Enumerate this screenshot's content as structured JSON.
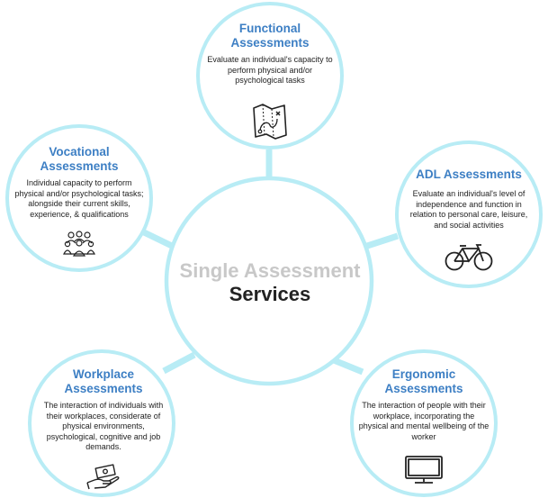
{
  "center": {
    "line1": "Single Assessment",
    "line2": "Services",
    "line1_color": "#c8c8c8",
    "line2_color": "#222222"
  },
  "colors": {
    "circle_stroke": "#b8ecf5",
    "title": "#3d7fc4",
    "text": "#222222"
  },
  "nodes": {
    "functional": {
      "title_l1": "Functional",
      "title_l2": "Assessments",
      "desc_l1": "Evaluate an individual's capacity to",
      "desc_l2": "perform physical and/or",
      "desc_l3": "psychological tasks",
      "icon": "map-icon"
    },
    "vocational": {
      "title_l1": "Vocational",
      "title_l2": "Assessments",
      "desc_l1": "Individual capacity to perform",
      "desc_l2": "physical and/or psychological tasks;",
      "desc_l3": "alongside their current skills,",
      "desc_l4": "experience, & qualifications",
      "icon": "team-icon"
    },
    "adl": {
      "title_l1": "ADL Assessments",
      "desc_l1": "Evaluate an individual's level of",
      "desc_l2": "independence and function in",
      "desc_l3": "relation to personal care, leisure,",
      "desc_l4": "and social activities",
      "icon": "bicycle-icon"
    },
    "workplace": {
      "title_l1": "Workplace",
      "title_l2": "Assessments",
      "desc_l1": "The interaction of individuals with",
      "desc_l2": "their workplaces, considerate of",
      "desc_l3": "physical environments,",
      "desc_l4": "psychological, cognitive and job",
      "desc_l5": "demands.",
      "icon": "money-hand-icon"
    },
    "ergonomic": {
      "title_l1": "Ergonomic",
      "title_l2": "Assessments",
      "desc_l1": "The interaction of people with their",
      "desc_l2": "workplace, incorporating the",
      "desc_l3": "physical and mental wellbeing of the",
      "desc_l4": "worker",
      "icon": "monitor-icon"
    }
  }
}
